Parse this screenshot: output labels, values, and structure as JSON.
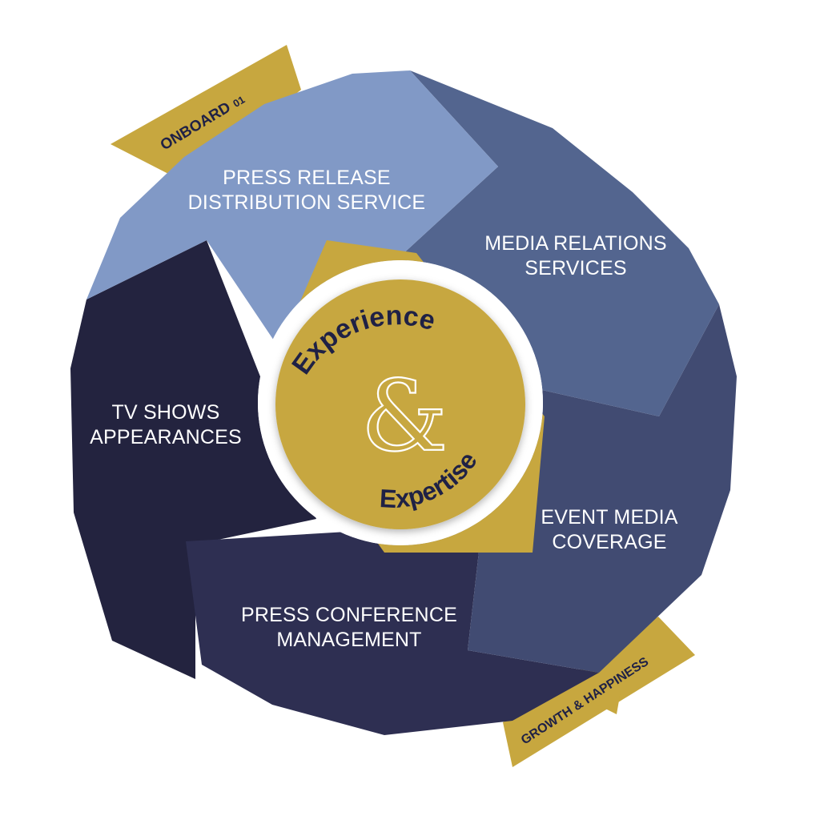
{
  "segments": {
    "press_release": "PRESS RELEASE\nDISTRIBUTION SERVICE",
    "media_relations": "MEDIA RELATIONS\nSERVICES",
    "event_media": "EVENT MEDIA\nCOVERAGE",
    "press_conference": "PRESS CONFERENCE\nMANAGEMENT",
    "tv_shows": "TV SHOWS\nAPPEARANCES"
  },
  "center": {
    "top_word": "Experience",
    "ampersand": "&",
    "bottom_word": "Expertise"
  },
  "banners": {
    "onboard": "ONBOARD",
    "onboard_number": "01",
    "growth": "GROWTH & HAPPINESS"
  },
  "colors": {
    "gold": "#c7a73f",
    "press_release": "#8199c6",
    "media_relations": "#53658f",
    "event_media": "#414b72",
    "press_conference": "#2e2f52",
    "tv_shows": "#23233f",
    "center_text": "#1f2145"
  }
}
